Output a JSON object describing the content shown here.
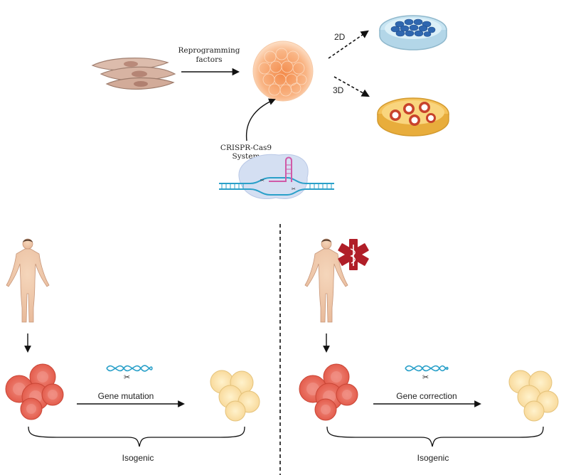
{
  "top": {
    "reprogramming_label_line1": "Reprogramming",
    "reprogramming_label_line2": "factors",
    "branch_2d_label": "2D",
    "branch_3d_label": "3D",
    "crispr_label_line1": "CRISPR-Cas9",
    "crispr_label_line2": "System"
  },
  "left_panel": {
    "process_label": "Gene mutation",
    "bracket_label": "Isogenic"
  },
  "right_panel": {
    "process_label": "Gene correction",
    "bracket_label": "Isogenic"
  },
  "colors": {
    "fibroblast": "#d9b8a8",
    "ipsc": "#f7a76a",
    "dish_2d_cells": "#2f67b0",
    "dish_3d_medium": "#f5c25a",
    "organoid_ring": "#c8432b",
    "red_blood_cell": "#ef6f5f",
    "pale_cell": "#fde6b0",
    "medical_symbol": "#b01e28",
    "dna": "#2aa0c9"
  }
}
